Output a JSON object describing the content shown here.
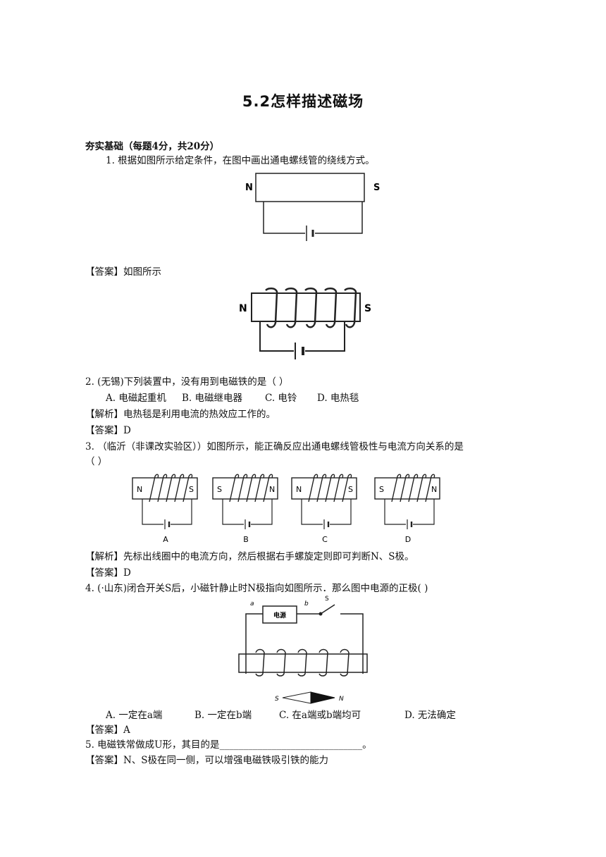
{
  "title": "5.2怎样描述磁场",
  "section_heading": "夯实基础（每题4分，共20分）",
  "q1": {
    "text": "1. 根据如图所示给定条件，在图中画出通电螺线管的绕线方式。",
    "fig_labels": {
      "left": "N",
      "right": "S"
    },
    "answer": "【答案】如图所示",
    "answer_fig_labels": {
      "left": "N",
      "right": "S"
    }
  },
  "q2": {
    "text": "2. (无锡)下列装置中，没有用到电磁铁的是（    ）",
    "options": [
      "A. 电磁起重机",
      "B. 电磁继电器",
      "C. 电铃",
      "D. 电热毯"
    ],
    "analysis": "【解析】电热毯是利用电流的热效应工作的。",
    "answer": "【答案】D"
  },
  "q3": {
    "text": "3. （临沂（非课改实验区））如图所示，能正确反应出通电螺线管极性与电流方向关系的是",
    "text_cont": "（    ）",
    "figs": [
      {
        "label": "A",
        "left": "N",
        "right": "S"
      },
      {
        "label": "B",
        "left": "S",
        "right": "N"
      },
      {
        "label": "C",
        "left": "N",
        "right": "S"
      },
      {
        "label": "D",
        "left": "S",
        "right": "N"
      }
    ],
    "analysis": "【解析】先标出线圈中的电流方向，然后根据右手螺旋定则即可判断N、S极。",
    "answer": "【答案】D"
  },
  "q4": {
    "text": "4. (·山东)闭合开关S后，小磁针静止时N极指向如图所示．那么图中电源的正极(       )",
    "fig_labels": {
      "a": "a",
      "b": "b",
      "switch": "S",
      "source": "电源",
      "needle_s": "S",
      "needle_n": "N"
    },
    "options": [
      "A. 一定在a端",
      "B. 一定在b端",
      "C. 在a端或b端均可",
      "D. 无法确定"
    ],
    "answer": "【答案】A"
  },
  "q5": {
    "text": "5. 电磁铁常做成U形，其目的是",
    "blank": "______________________________",
    "end": "。",
    "answer_prefix": "【答案】",
    "answer_body": "N、S极在同一侧，可以增强电磁铁吸引铁的能力"
  }
}
